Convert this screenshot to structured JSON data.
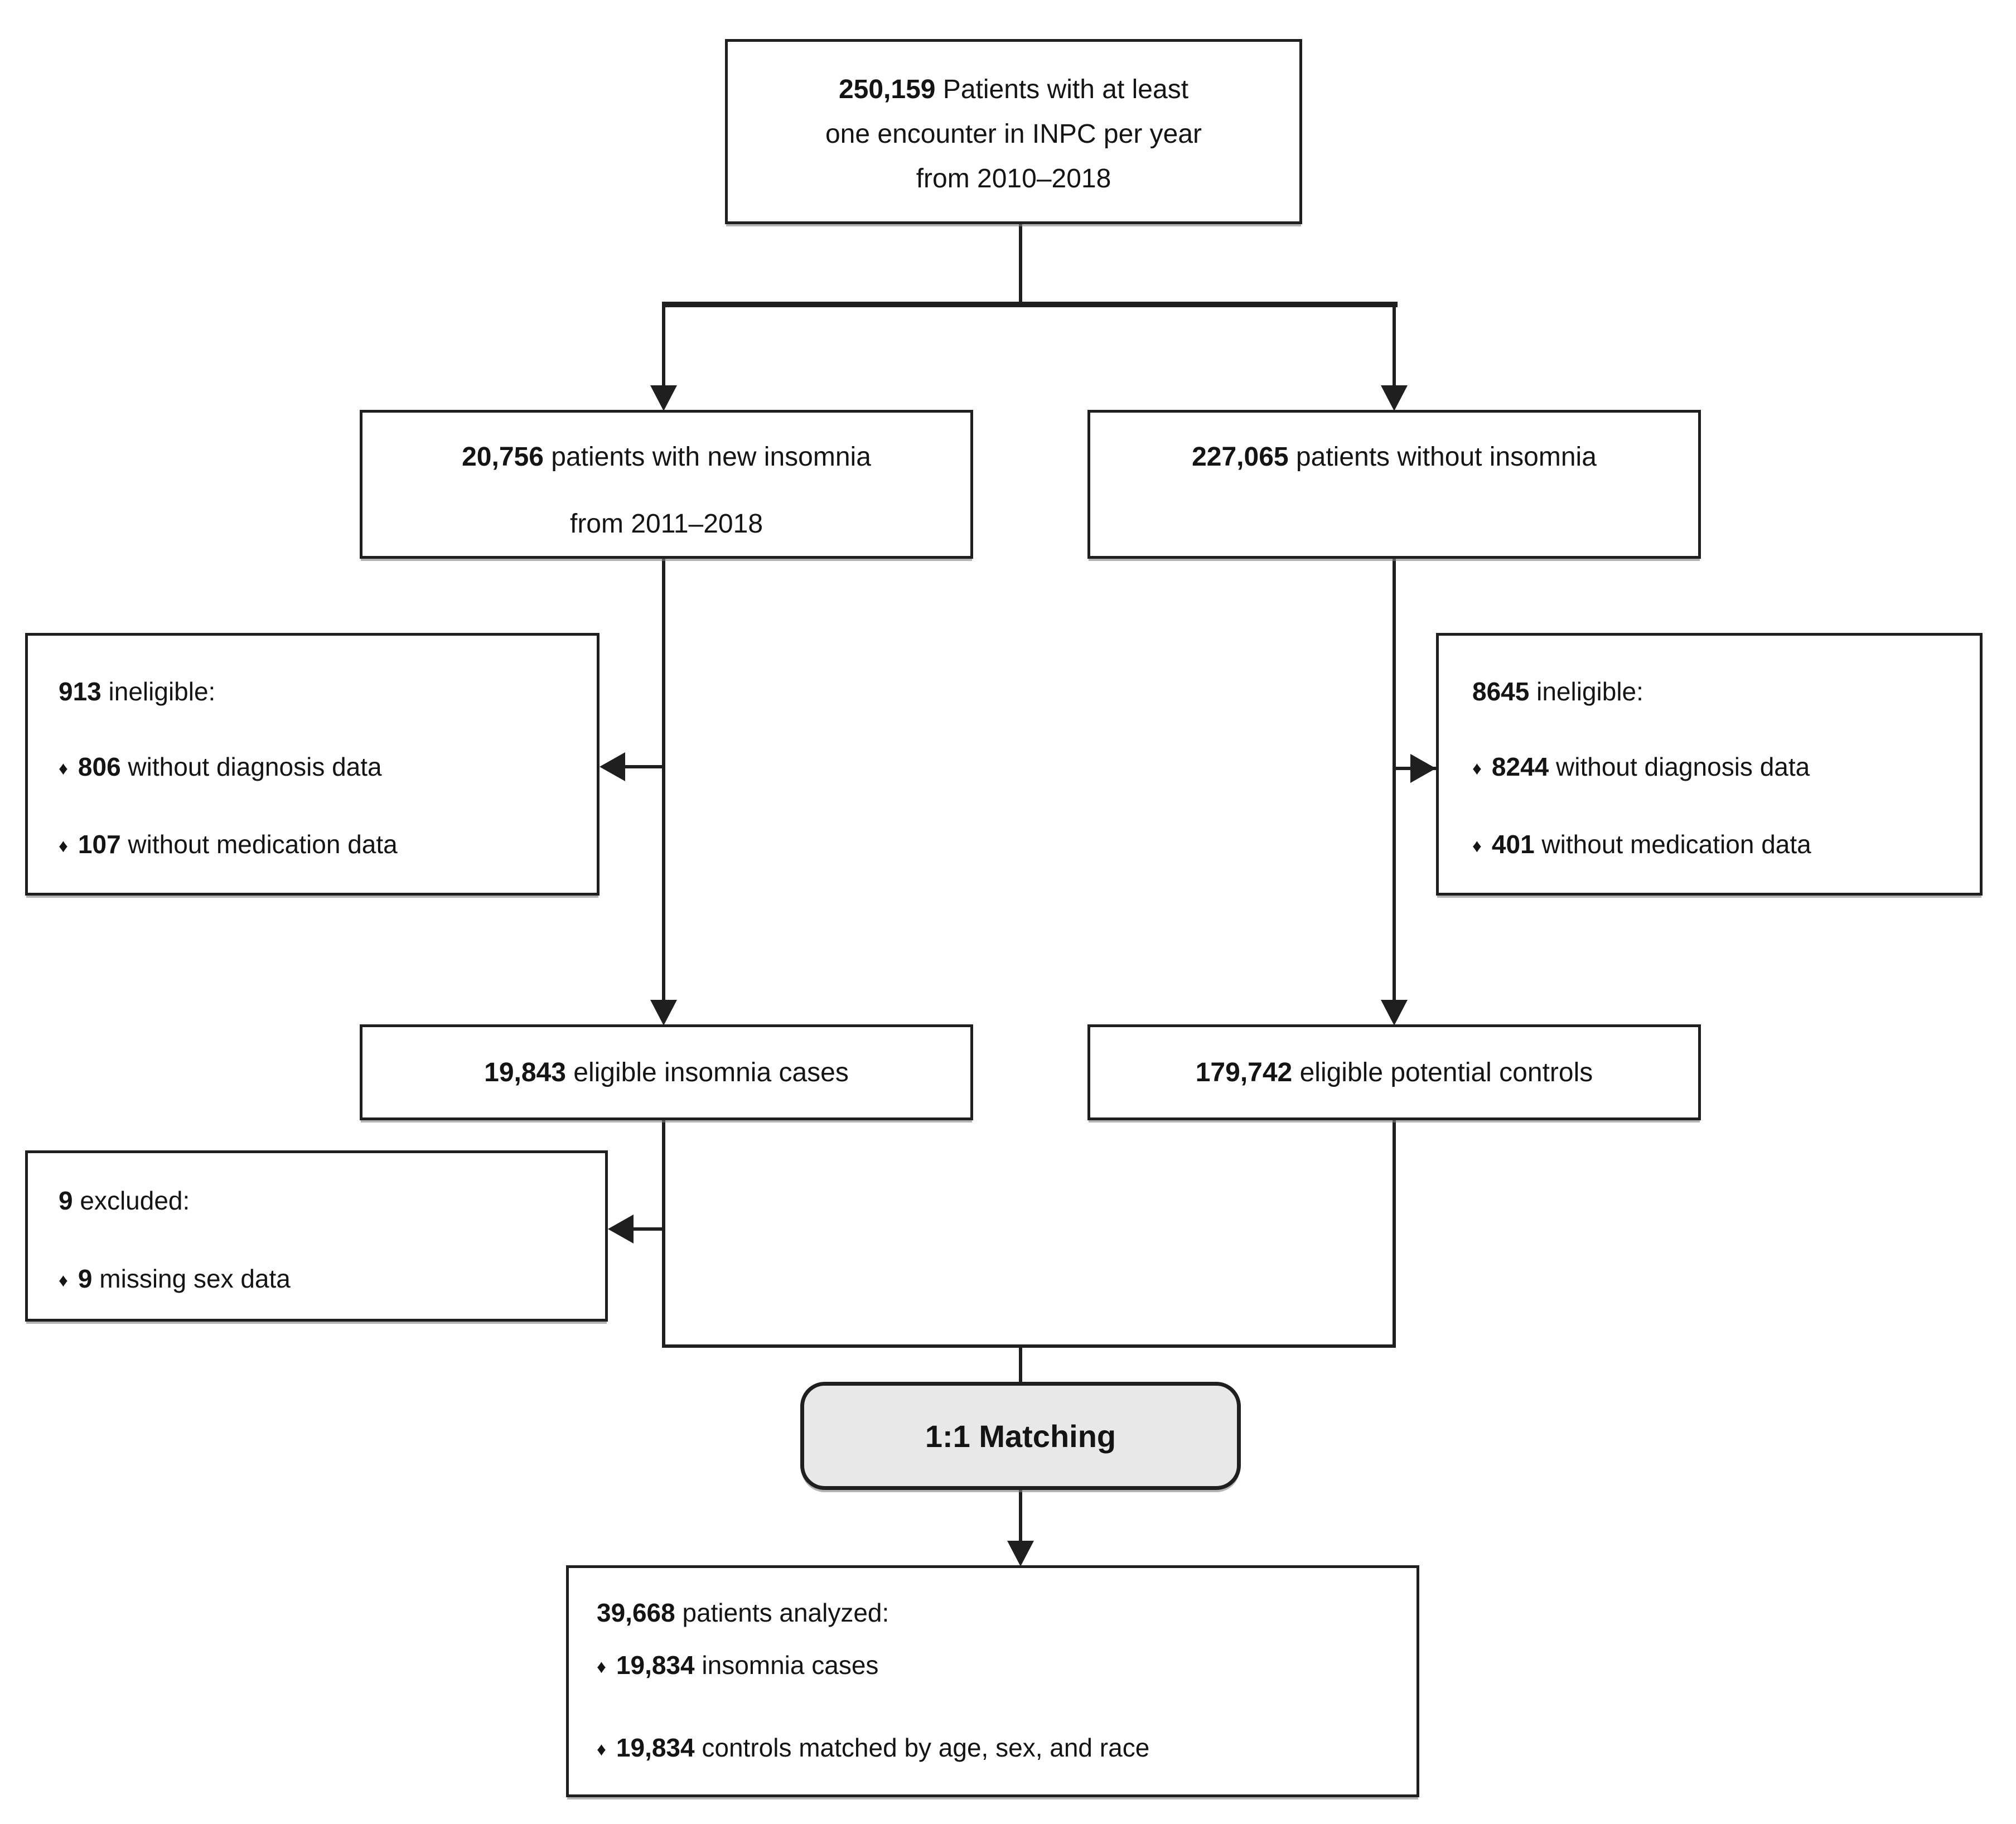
{
  "colors": {
    "line": "#1f1f1f",
    "text": "#141414",
    "matching_fill": "#e8e8e8",
    "background": "#ffffff"
  },
  "boxes": {
    "source": {
      "lines": [
        {
          "bold": "250,159",
          "rest": " Patients with at least"
        },
        {
          "rest": "one encounter in INPC per year"
        },
        {
          "rest": "from 2010–2018"
        }
      ]
    },
    "new_insomnia": {
      "lines": [
        {
          "bold": "20,756",
          "rest": " patients with new insomnia"
        },
        {
          "rest": "from 2011–2018"
        }
      ]
    },
    "without_insomnia": {
      "lines": [
        {
          "bold": "227,065",
          "rest": " patients without insomnia"
        }
      ]
    },
    "ineligible_left": {
      "header": {
        "bold": "913",
        "rest": " ineligible:"
      },
      "items": [
        {
          "bullet": "♦",
          "bold": "806",
          "rest": " without diagnosis data"
        },
        {
          "bullet": "♦",
          "bold": "107",
          "rest": " without medication data"
        }
      ]
    },
    "ineligible_right": {
      "header": {
        "bold": "8645",
        "rest": " ineligible:"
      },
      "items": [
        {
          "bullet": "♦",
          "bold": "8244",
          "rest": " without diagnosis data"
        },
        {
          "bullet": "♦",
          "bold": "401",
          "rest": " without medication data"
        }
      ]
    },
    "eligible_cases": {
      "bold": "19,843",
      "rest": " eligible insomnia cases"
    },
    "potential_controls": {
      "bold": "179,742",
      "rest": " eligible potential controls"
    },
    "excluded": {
      "header": {
        "bold": "9",
        "rest": " excluded:"
      },
      "items": [
        {
          "bullet": "♦",
          "bold": "9",
          "rest": " missing sex data"
        }
      ]
    },
    "matching": {
      "label": "1:1 Matching"
    },
    "analyzed": {
      "header": {
        "bold": "39,668",
        "rest": " patients analyzed:"
      },
      "items": [
        {
          "bullet": "♦",
          "bold": "19,834",
          "rest": " insomnia cases"
        },
        {
          "bullet": "♦",
          "bold": "19,834",
          "rest": " controls matched by age, sex, and race"
        }
      ]
    }
  }
}
